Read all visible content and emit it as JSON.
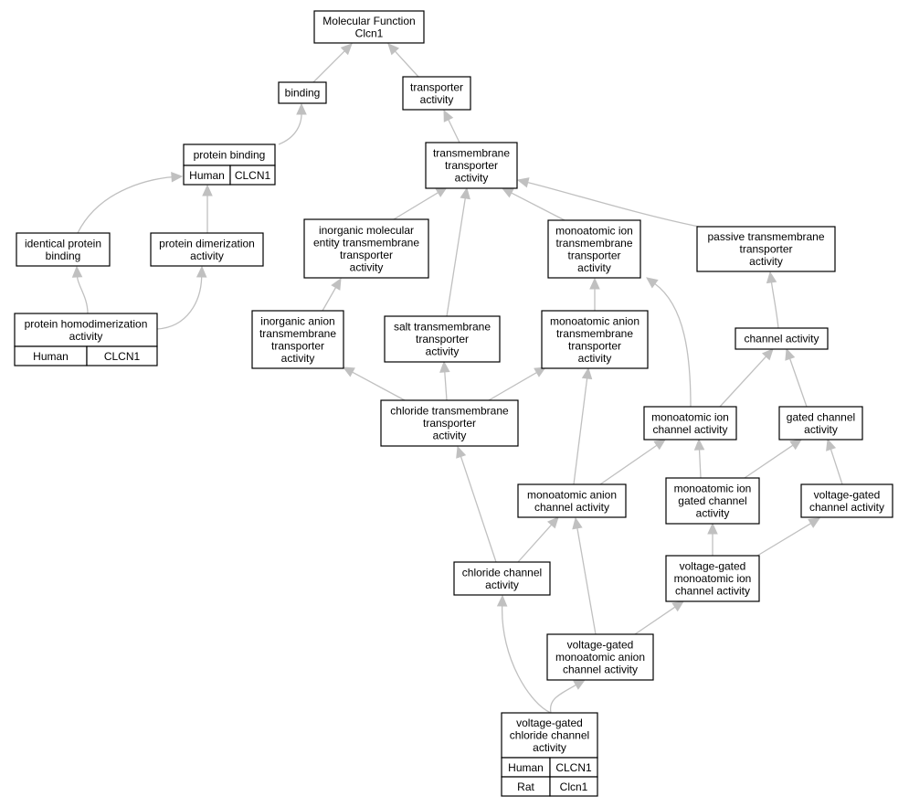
{
  "colors": {
    "human": "#ff6347",
    "rat": "#ffd700",
    "edge": "#c0c0c0"
  },
  "nodes": {
    "mf": {
      "lines": [
        "Molecular Function",
        "Clcn1"
      ]
    },
    "binding": {
      "lines": [
        "binding"
      ]
    },
    "transporter": {
      "lines": [
        "transporter",
        "activity"
      ]
    },
    "protbind": {
      "lines": [
        "protein binding"
      ],
      "annotations": [
        {
          "species": "Human",
          "gene": "CLCN1",
          "color": "human"
        }
      ]
    },
    "tmtrans": {
      "lines": [
        "transmembrane",
        "transporter",
        "activity"
      ]
    },
    "identical": {
      "lines": [
        "identical protein",
        "binding"
      ]
    },
    "dimer": {
      "lines": [
        "protein dimerization",
        "activity"
      ]
    },
    "inorgmol": {
      "lines": [
        "inorganic molecular",
        "entity transmembrane",
        "transporter",
        "activity"
      ]
    },
    "monoion_tm": {
      "lines": [
        "monoatomic ion",
        "transmembrane",
        "transporter",
        "activity"
      ]
    },
    "passive": {
      "lines": [
        "passive transmembrane",
        "transporter",
        "activity"
      ]
    },
    "homodimer": {
      "lines": [
        "protein homodimerization",
        "activity"
      ],
      "annotations": [
        {
          "species": "Human",
          "gene": "CLCN1",
          "color": "human"
        }
      ]
    },
    "inorganion": {
      "lines": [
        "inorganic anion",
        "transmembrane",
        "transporter",
        "activity"
      ]
    },
    "salt": {
      "lines": [
        "salt transmembrane",
        "transporter",
        "activity"
      ]
    },
    "monoanion_tm": {
      "lines": [
        "monoatomic anion",
        "transmembrane",
        "transporter",
        "activity"
      ]
    },
    "channel": {
      "lines": [
        "channel activity"
      ]
    },
    "chloride_tm": {
      "lines": [
        "chloride transmembrane",
        "transporter",
        "activity"
      ]
    },
    "monoion_ch": {
      "lines": [
        "monoatomic ion",
        "channel activity"
      ]
    },
    "gated": {
      "lines": [
        "gated channel",
        "activity"
      ]
    },
    "monoanion_ch": {
      "lines": [
        "monoatomic anion",
        "channel activity"
      ]
    },
    "monoion_gated": {
      "lines": [
        "monoatomic ion",
        "gated channel",
        "activity"
      ]
    },
    "vg_ch": {
      "lines": [
        "voltage-gated",
        "channel activity"
      ]
    },
    "chloride_ch": {
      "lines": [
        "chloride channel",
        "activity"
      ]
    },
    "vg_monoion": {
      "lines": [
        "voltage-gated",
        "monoatomic ion",
        "channel activity"
      ]
    },
    "vg_monoanion": {
      "lines": [
        "voltage-gated",
        "monoatomic anion",
        "channel activity"
      ]
    },
    "vg_chloride": {
      "lines": [
        "voltage-gated",
        "chloride channel",
        "activity"
      ],
      "annotations": [
        {
          "species": "Human",
          "gene": "CLCN1",
          "color": "human"
        },
        {
          "species": "Rat",
          "gene": "Clcn1",
          "color": "rat"
        }
      ]
    }
  }
}
